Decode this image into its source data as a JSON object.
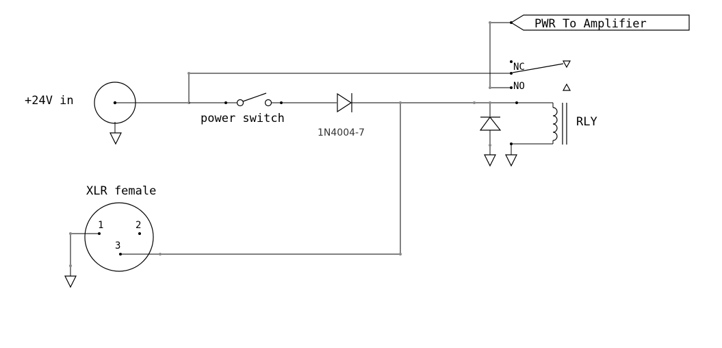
{
  "labels": {
    "input": "+24V in",
    "switch": "power switch",
    "diode_part": "1N4004-7",
    "relay": "RLY",
    "relay_nc": "NC",
    "relay_no": "NO",
    "output": "PWR To Amplifier",
    "connector": "XLR female",
    "pin1": "1",
    "pin2": "2",
    "pin3": "3"
  },
  "components": [
    {
      "name": "jack-input",
      "type": "DC jack",
      "label": "+24V in"
    },
    {
      "name": "power-switch",
      "type": "SPST switch",
      "label": "power switch"
    },
    {
      "name": "series-diode",
      "type": "diode",
      "label": "1N4004-7"
    },
    {
      "name": "flyback-diode",
      "type": "diode"
    },
    {
      "name": "relay",
      "type": "relay",
      "label": "RLY",
      "contacts": [
        "NC",
        "NO"
      ]
    },
    {
      "name": "xlr-connector",
      "type": "XLR female",
      "label": "XLR female",
      "pins": [
        "1",
        "2",
        "3"
      ]
    },
    {
      "name": "output-port",
      "type": "off-page connector",
      "label": "PWR To Amplifier"
    }
  ]
}
